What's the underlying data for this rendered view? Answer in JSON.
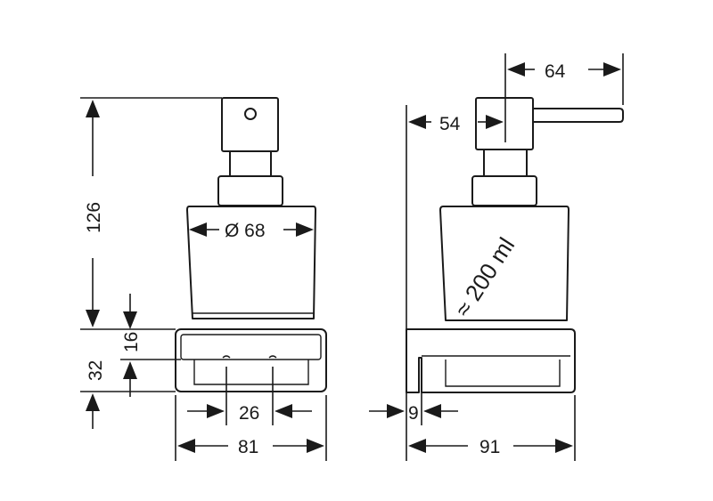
{
  "front_view": {
    "height_total": "126",
    "diameter": "Ø 68",
    "holder_height": "32",
    "inner_height": "16",
    "inner_width": "26",
    "overall_width": "81"
  },
  "side_view": {
    "pump_reach": "64",
    "pump_offset": "54",
    "capacity": "≈ 200 ml",
    "wall_plate": "9",
    "depth": "91"
  }
}
